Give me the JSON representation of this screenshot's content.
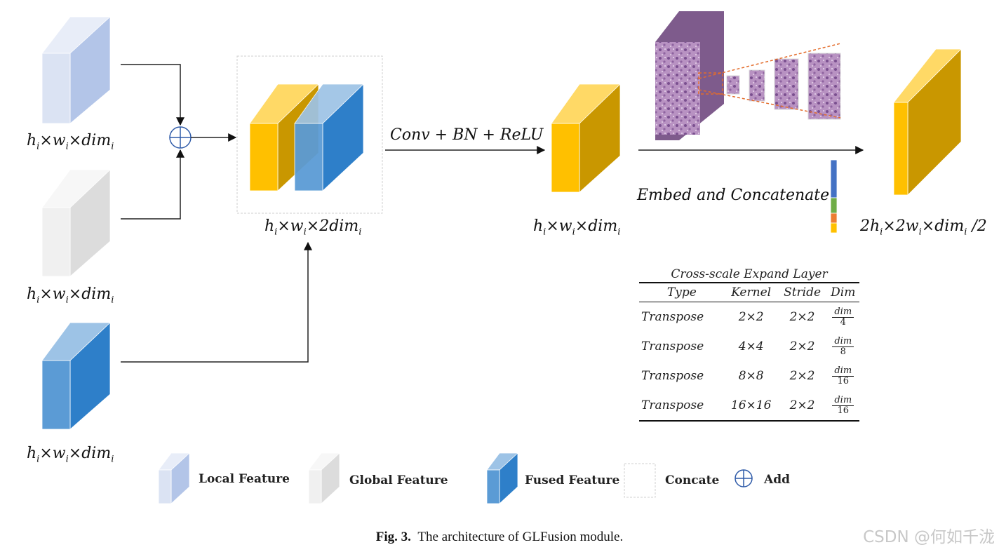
{
  "labels": {
    "input_local": {
      "pre": "h",
      "s1": "i",
      "m1": "×w",
      "s2": "i",
      "m2": "×dim",
      "s3": "i",
      "post": ""
    },
    "input_global": {
      "pre": "h",
      "s1": "i",
      "m1": "×w",
      "s2": "i",
      "m2": "×dim",
      "s3": "i",
      "post": ""
    },
    "input_fused": {
      "pre": "h",
      "s1": "i",
      "m1": "×w",
      "s2": "i",
      "m2": "×dim",
      "s3": "i",
      "post": ""
    },
    "concat": {
      "pre": "h",
      "s1": "i",
      "m1": "×w",
      "s2": "i",
      "m2": "×2dim",
      "s3": "i",
      "post": ""
    },
    "conv_out": {
      "pre": "h",
      "s1": "i",
      "m1": "×w",
      "s2": "i",
      "m2": "×dim",
      "s3": "i",
      "post": ""
    },
    "output": {
      "pre": "2h",
      "s1": "i",
      "m1": "×2w",
      "s2": "i",
      "m2": "×dim",
      "s3": "i",
      "post": " /2"
    }
  },
  "operations": {
    "conv": "Conv + BN + ReLU",
    "embed": "Embed and Concatenate"
  },
  "expand_table": {
    "title": "Cross-scale Expand Layer",
    "headers": [
      "Type",
      "Kernel",
      "Stride",
      "Dim"
    ],
    "rows": [
      {
        "type": "Transpose",
        "kernel": "2×2",
        "stride": "2×2",
        "dim_num": "dim",
        "dim_den": "4"
      },
      {
        "type": "Transpose",
        "kernel": "4×4",
        "stride": "2×2",
        "dim_num": "dim",
        "dim_den": "8"
      },
      {
        "type": "Transpose",
        "kernel": "8×8",
        "stride": "2×2",
        "dim_num": "dim",
        "dim_den": "16"
      },
      {
        "type": "Transpose",
        "kernel": "16×16",
        "stride": "2×2",
        "dim_num": "dim",
        "dim_den": "16"
      }
    ]
  },
  "legend": {
    "local": "Local Feature",
    "global": "Global Feature",
    "fused": "Fused Feature",
    "concate": "Concate",
    "add": "Add"
  },
  "caption": {
    "prefix": "Fig. 3.",
    "text": "The architecture of GLFusion module."
  },
  "watermark": "CSDN @何如千泷",
  "colors": {
    "local_front": "#dbe3f3",
    "local_side": "#b3c5e8",
    "local_top": "#e8edf8",
    "global_front": "#f0f0f0",
    "global_side": "#dcdcdc",
    "global_top": "#f7f7f7",
    "fused_front": "#5b9bd5",
    "fused_side": "#2e7fc9",
    "fused_top": "#9dc3e6",
    "yellow_front": "#ffc000",
    "yellow_side": "#c99700",
    "yellow_top": "#ffd966",
    "tissue": "#a77fb3",
    "strip_blue": "#4472c4",
    "strip_green": "#70ad47",
    "strip_orange": "#ed7d31",
    "strip_yellow": "#ffc000"
  }
}
